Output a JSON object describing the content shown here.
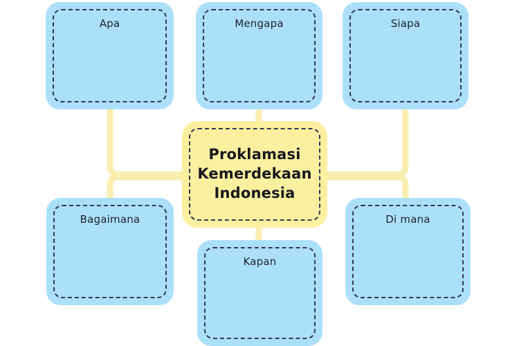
{
  "diagram": {
    "type": "mind-map",
    "background_color": "#ffffff",
    "branch_fill": "#ace0fa",
    "center_fill": "#faf0a0",
    "dash_border_color": "#2e3b4e",
    "connector_color": "#faeeb0",
    "text_color": "#1b222c",
    "center": {
      "label": "Proklamasi\nKemerdekaan\nIndonesia",
      "line_1": "Proklamasi",
      "line_2": "Kemerdekaan",
      "line_3": "Indonesia"
    },
    "branches": [
      {
        "id": "apa",
        "label": "Apa",
        "position": "top-left"
      },
      {
        "id": "mengapa",
        "label": "Mengapa",
        "position": "top-center"
      },
      {
        "id": "siapa",
        "label": "Siapa",
        "position": "top-right"
      },
      {
        "id": "bagaimana",
        "label": "Bagaimana",
        "position": "bottom-left"
      },
      {
        "id": "kapan",
        "label": "Kapan",
        "position": "bottom-center"
      },
      {
        "id": "di-mana",
        "label": "Di mana",
        "position": "bottom-right"
      }
    ]
  }
}
